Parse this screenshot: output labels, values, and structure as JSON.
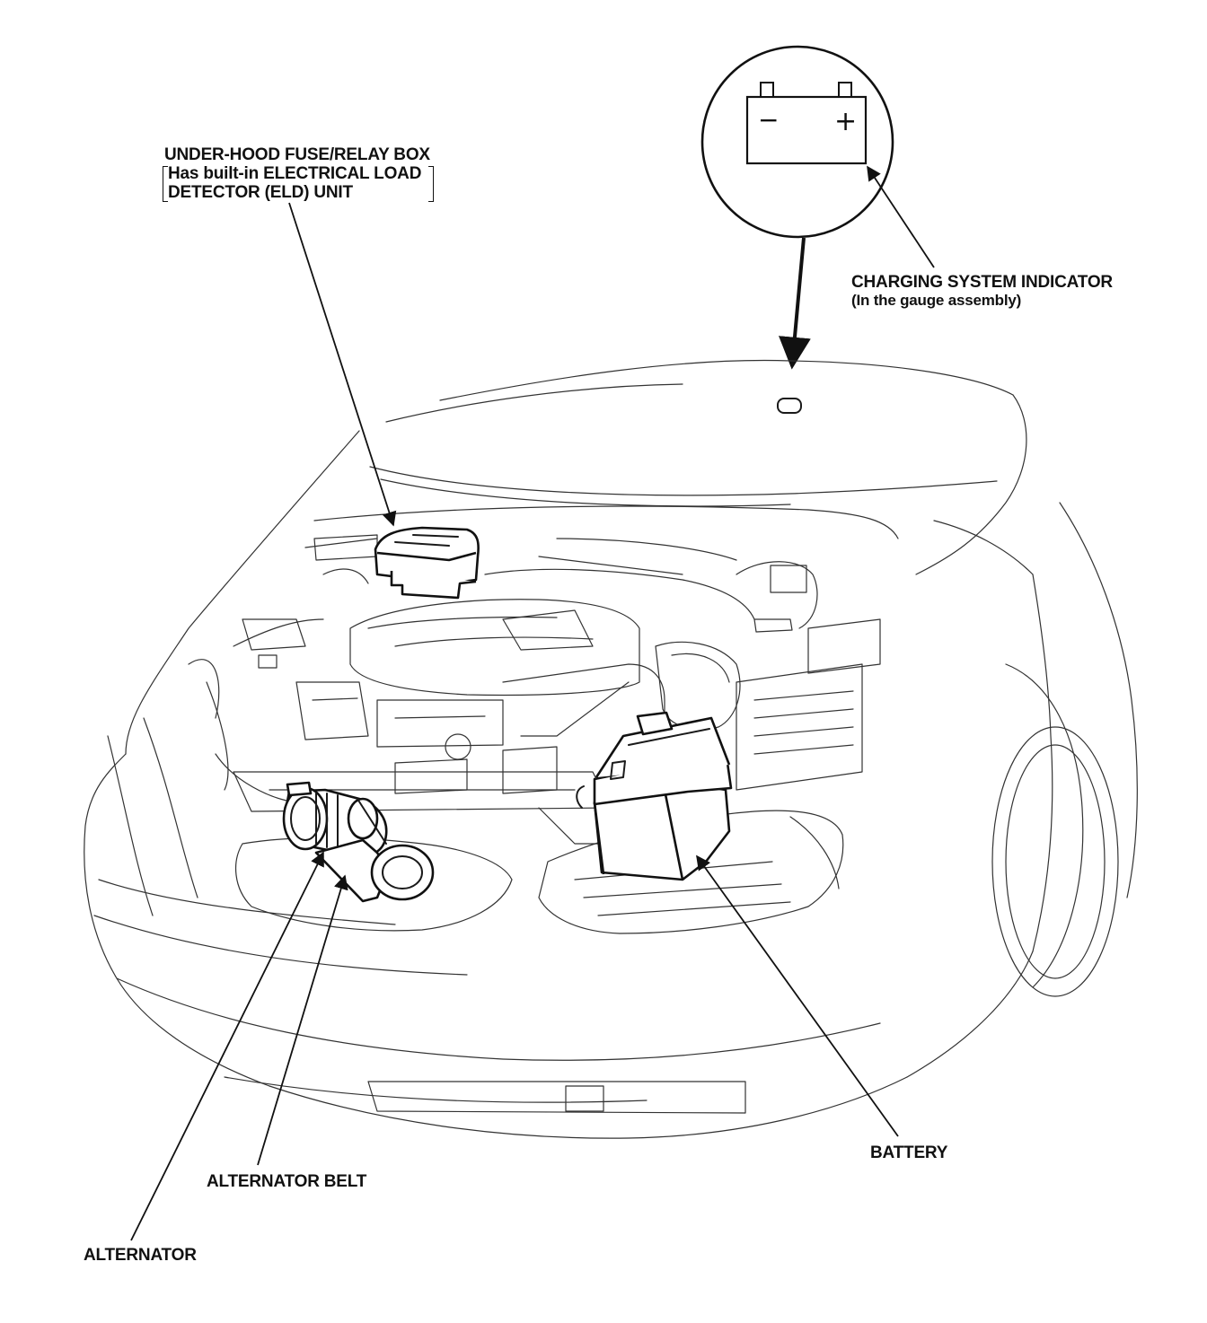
{
  "labels": {
    "fuse_box_title": "UNDER-HOOD FUSE/RELAY BOX",
    "fuse_box_note_line1": "Has built-in ELECTRICAL LOAD",
    "fuse_box_note_line2": "DETECTOR (ELD) UNIT",
    "charging_indicator_title": "CHARGING SYSTEM INDICATOR",
    "charging_indicator_note": "(In the gauge assembly)",
    "battery": "BATTERY",
    "alternator_belt": "ALTERNATOR BELT",
    "alternator": "ALTERNATOR"
  },
  "indicator_icon": {
    "name": "battery-icon",
    "minus_symbol": "−",
    "plus_symbol": "+"
  }
}
